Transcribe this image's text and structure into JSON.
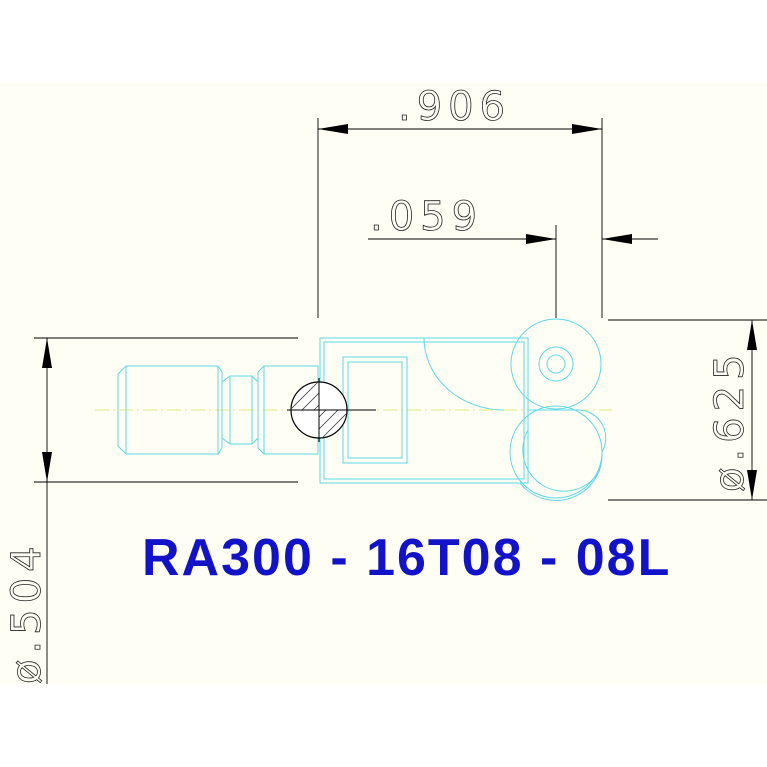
{
  "drawing": {
    "part_number": "RA300 - 16T08 - 08L",
    "dimensions": {
      "overall_length": ".906",
      "offset": ".059",
      "diameter_large": "ø.625",
      "diameter_small": "ø.504"
    },
    "colors": {
      "background_band": "#fefef4",
      "part_lines": "#5fd8e6",
      "dimension_lines": "#000000",
      "part_number_text": "#1212c8",
      "centerline": "#e8e87a"
    }
  }
}
